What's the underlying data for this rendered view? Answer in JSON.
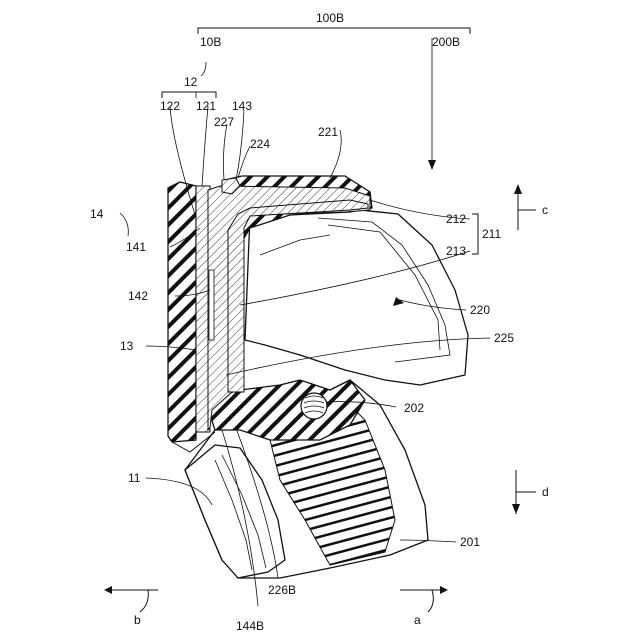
{
  "labels": {
    "l100B": "100B",
    "l10B": "10B",
    "l200B": "200B",
    "l12": "12",
    "l122": "122",
    "l121": "121",
    "l143": "143",
    "l227": "227",
    "l224": "224",
    "l221": "221",
    "l14": "14",
    "l141": "141",
    "l142": "142",
    "l13": "13",
    "l11": "11",
    "l212": "212",
    "l211": "211",
    "l213": "213",
    "l220": "220",
    "l225": "225",
    "l202": "202",
    "l201": "201",
    "l226B": "226B",
    "l144B": "144B",
    "la": "a",
    "lb": "b",
    "lc": "c",
    "ld": "d"
  }
}
